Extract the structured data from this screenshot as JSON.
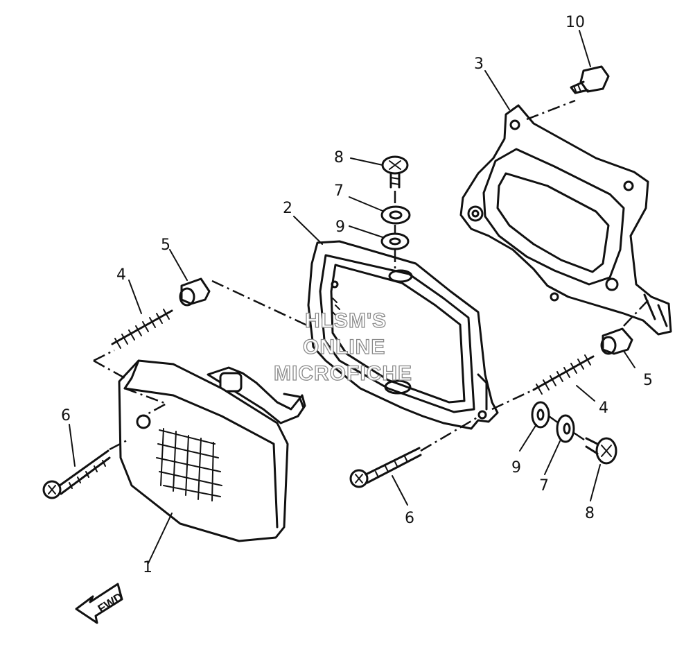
{
  "callouts": {
    "c1": "1",
    "c2": "2",
    "c3": "3",
    "c4_left": "4",
    "c4_right": "4",
    "c5_left": "5",
    "c5_right": "5",
    "c6_left": "6",
    "c6_right": "6",
    "c7_top": "7",
    "c7_right": "7",
    "c8_top": "8",
    "c8_right": "8",
    "c9_top": "9",
    "c9_right": "9",
    "c10": "10"
  },
  "watermark": {
    "line1": "HLSM'S",
    "line2": "ONLINE",
    "line3": "MICROFICHE"
  },
  "direction_arrow": {
    "label": "FWD",
    "icon": "fwd-arrow-icon"
  }
}
